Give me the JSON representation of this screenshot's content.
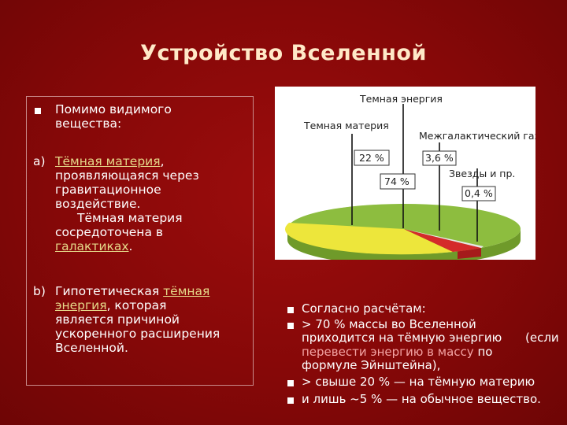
{
  "slide": {
    "title": "Устройство Вселенной"
  },
  "left": {
    "intro": [
      "Помимо видимого",
      "вещества:"
    ],
    "item_a": {
      "marker": "a)",
      "link1": "Тёмная материя",
      "after_link1": ",",
      "lines": [
        "проявляющаяся через",
        "гравитационное",
        "воздействие."
      ],
      "line_indented": "Тёмная материя",
      "line_conc": "сосредоточена в",
      "link2": "галактиках",
      "after_link2": "."
    },
    "item_b": {
      "marker": "b)",
      "text1": "Гипотетическая ",
      "link1_part1": "тёмная",
      "link1_part2": "энергия",
      "after_link": ", которая",
      "lines": [
        "является причиной",
        "ускоренного расширения",
        "Вселенной."
      ]
    }
  },
  "chart_data": {
    "type": "pie",
    "title": "",
    "labels": [
      "Темная энергия",
      "Темная материя",
      "Межгалактический газ",
      "Звезды и пр."
    ],
    "values": [
      74,
      22,
      3.6,
      0.4
    ],
    "value_labels": [
      "74 %",
      "22 %",
      "3,6 %",
      "0,4 %"
    ],
    "colors": [
      "#ede63b",
      "#8dbd3f",
      "#d42a2a",
      "#e7e7e7"
    ],
    "style": "3d-tilted"
  },
  "right": {
    "b1": "Согласно расчётам:",
    "b2_line1": "> 70 % массы во Вселенной",
    "b2_line2a": "приходится на тёмную энергию",
    "b2_line2b": "(если",
    "b2_line3_link": "перевести энергию в массу",
    "b2_line3_rest": " по",
    "b2_line4": "формуле Эйнштейна),",
    "b3": "> свыше 20 % — на тёмную материю",
    "b4": "и лишь ~5 % — на обычное вещество."
  },
  "colors": {
    "background": "#860808",
    "title": "#ffe9c8",
    "link_left": "#e6d98a",
    "link_right": "#f3a3a3"
  }
}
